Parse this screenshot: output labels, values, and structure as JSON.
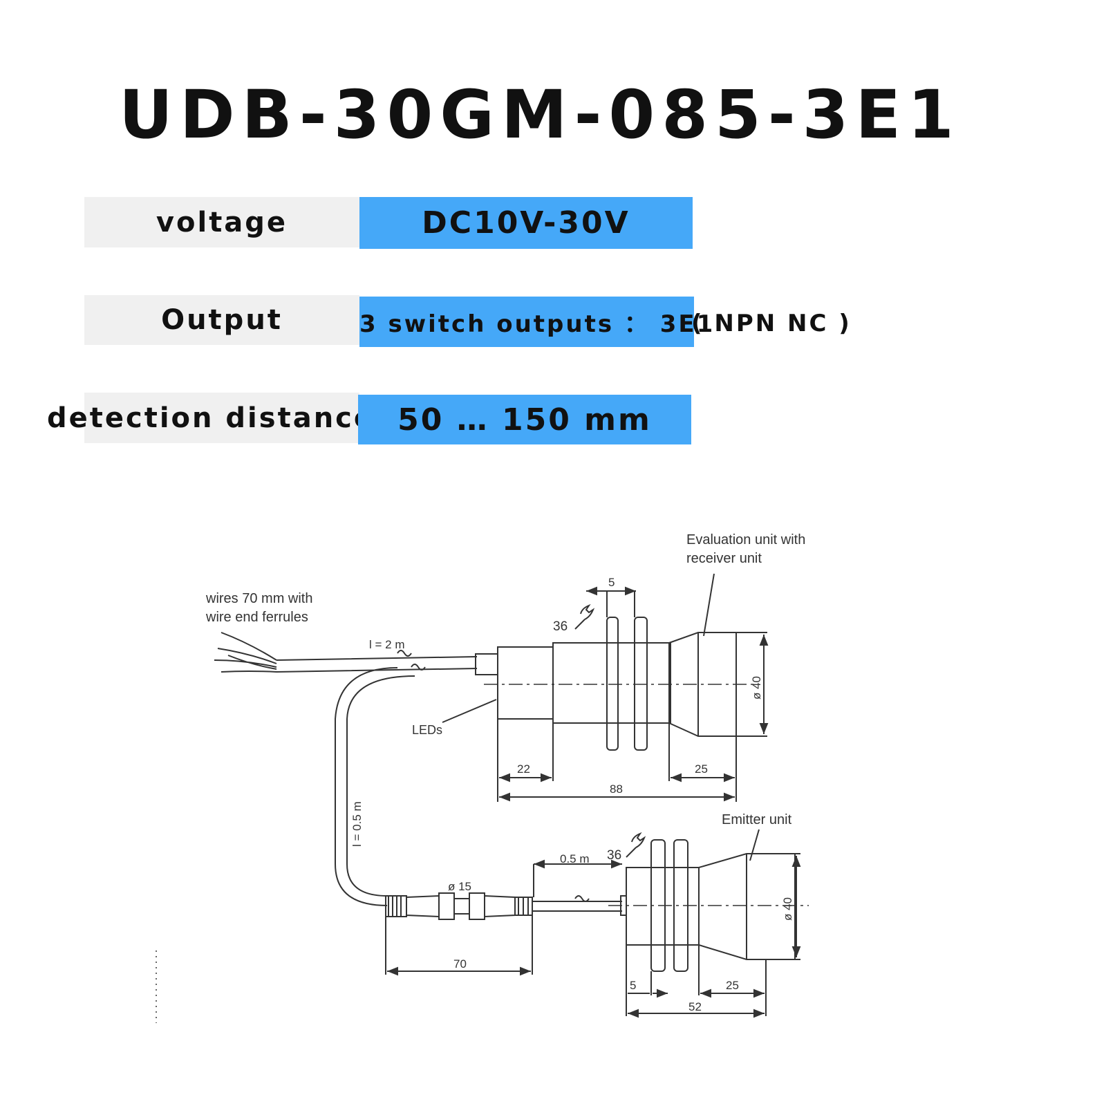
{
  "title": "UDB-30GM-085-3E1",
  "specs": [
    {
      "label": "voltage",
      "value": "DC10V-30V"
    },
    {
      "label": "Output",
      "value": "3 switch outputs ： 3E1",
      "extra": "( NPN NC  )"
    },
    {
      "label": "detection distance",
      "value": "50 … 150 mm"
    }
  ],
  "drawing": {
    "labels": {
      "evaluation_unit": [
        "Evaluation unit with",
        "receiver unit"
      ],
      "wires": [
        "wires 70 mm with",
        "wire end ferrules"
      ],
      "cable_length": "l = 2 m",
      "leds": "LEDs",
      "cable_short": "l = 0.5 m",
      "emitter_unit": "Emitter unit",
      "emitter_cable": "0.5 m",
      "connector_dia": "ø 15"
    },
    "dimensions": {
      "nut_width_top": "5",
      "wrench_top": "36",
      "dia_top": "ø 40",
      "len_22": "22",
      "len_25_top": "25",
      "len_88": "88",
      "wrench_bottom": "36",
      "dia_bottom": "ø 40",
      "len_70": "70",
      "len_5_bottom": "5",
      "len_25_bottom": "25",
      "len_52": "52"
    }
  }
}
